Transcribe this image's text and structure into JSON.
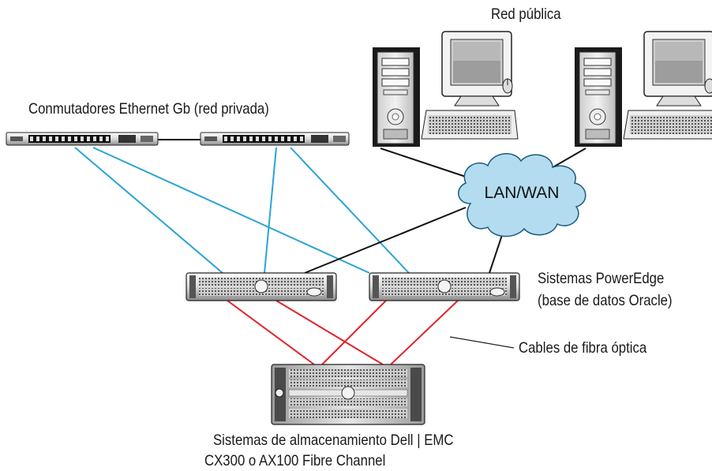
{
  "labels": {
    "public_network": "Red pública",
    "switches": "Conmutadores Ethernet Gb (red privada)",
    "lan_wan": "LAN/WAN",
    "servers_line1": "Sistemas PowerEdge",
    "servers_line2": "(base de datos Oracle)",
    "fiber_cables": "Cables de fibra óptica",
    "storage_line1": "Sistemas de almacenamiento Dell | EMC",
    "storage_line2": "CX300 o AX100 Fibre Channel"
  },
  "colors": {
    "private_link": "#2aa3d6",
    "fiber_link": "#e0242c",
    "public_link": "#111111",
    "cloud_fill": "#b3dcf0",
    "cloud_stroke": "#1a5b7a"
  },
  "icons": {
    "switch": "network-switch-icon",
    "server": "rack-server-icon",
    "storage": "storage-array-icon",
    "workstation": "desktop-computer-icon",
    "cloud": "cloud-icon"
  }
}
